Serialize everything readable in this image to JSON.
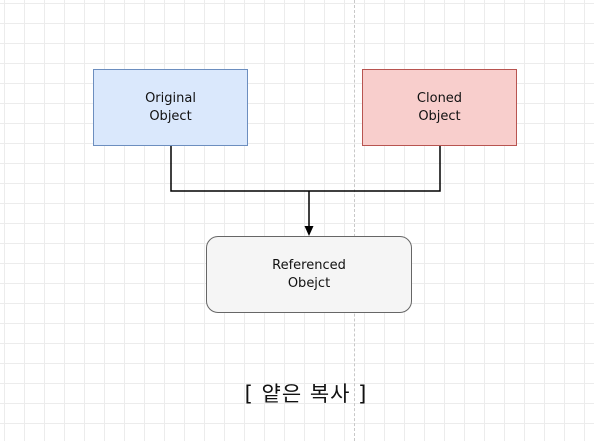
{
  "diagram": {
    "nodes": {
      "original": {
        "label": "Original\nObject",
        "fill": "#dae8fc",
        "stroke": "#6c8ebf"
      },
      "cloned": {
        "label": "Cloned\nObject",
        "fill": "#f8cecc",
        "stroke": "#b85450"
      },
      "referenced": {
        "label": "Referenced\nObejct",
        "fill": "#f5f5f5",
        "stroke": "#666666"
      }
    },
    "edges": [
      {
        "from": "original",
        "to": "referenced",
        "style": "orthogonal"
      },
      {
        "from": "cloned",
        "to": "referenced",
        "style": "orthogonal"
      }
    ],
    "caption": "[ 얕은 복사 ]"
  },
  "colors": {
    "connector": "#000000",
    "grid": "#ececec",
    "page_break": "#c8c8c8"
  }
}
